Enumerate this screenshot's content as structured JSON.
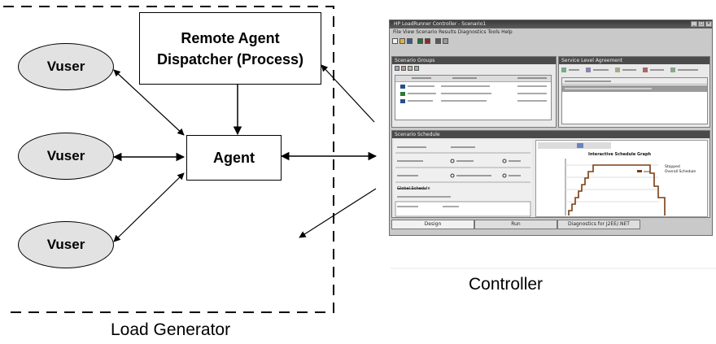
{
  "diagram": {
    "load_generator_caption": "Load Generator",
    "controller_caption": "Controller",
    "dispatcher_label_line1": "Remote Agent",
    "dispatcher_label_line2": "Dispatcher (Process)",
    "agent_label": "Agent",
    "vusers": [
      "Vuser",
      "Vuser",
      "Vuser"
    ]
  },
  "controller_window": {
    "title": "HP LoadRunner Controller - Scenario1",
    "menu": "File  View  Scenario  Results  Diagnostics  Tools  Help",
    "groups_panel_title": "Scenario Groups",
    "goal_panel_title": "Service Level Agreement",
    "schedule_panel_title": "Scenario Schedule",
    "global_schedule_title": "Global Schedule",
    "chart_title": "Interactive Schedule Graph",
    "legend": [
      "Stopped",
      "Overall Schedule"
    ],
    "tabs": [
      "Design",
      "Run",
      "Diagnostics for J2EE/.NET"
    ],
    "colors": {
      "chart_line": "#7a3b12",
      "window_bg": "#c9c9c9",
      "title_bar": "#3a3a3a"
    }
  }
}
